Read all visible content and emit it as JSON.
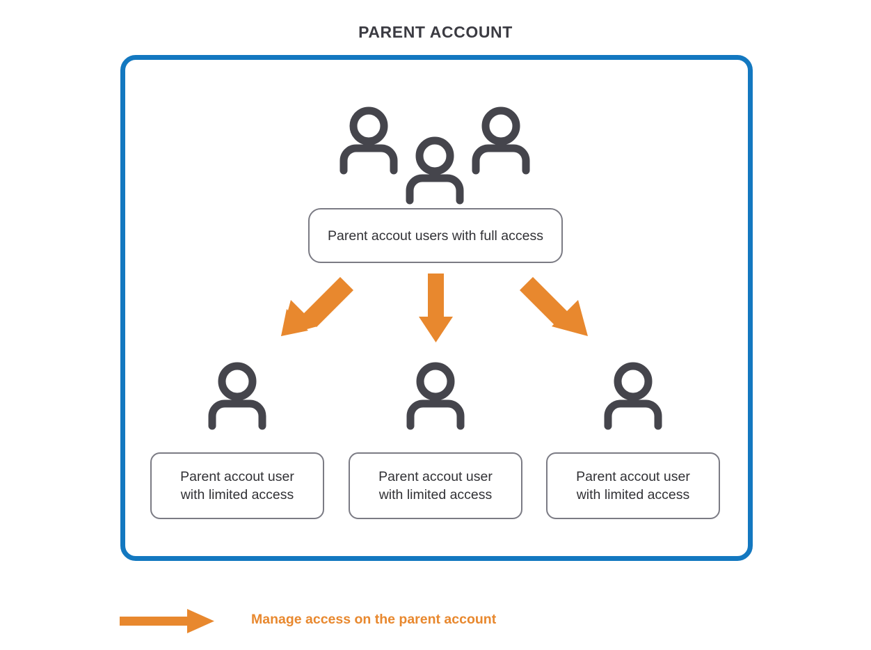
{
  "diagram": {
    "title": "PARENT ACCOUNT",
    "colors": {
      "frame_blue": "#1378c0",
      "arrow_orange": "#e8882e",
      "icon_gray": "#45454c",
      "box_border_gray": "#7b7b84",
      "text_dark": "#313135",
      "title_gray": "#3b3b42"
    },
    "frame": {
      "name": "parent-account-container"
    },
    "top_node": {
      "icon": "three-people-icon",
      "label": "Parent accout users with full access"
    },
    "children": [
      {
        "icon": "person-icon",
        "label": "Parent accout user\nwith limited access",
        "arrow": "arrow-down-left"
      },
      {
        "icon": "person-icon",
        "label": "Parent accout user\nwith limited access",
        "arrow": "arrow-down"
      },
      {
        "icon": "person-icon",
        "label": "Parent accout user\nwith limited access",
        "arrow": "arrow-down-right"
      }
    ],
    "legend": {
      "icon": "arrow-right-icon",
      "text": "Manage access on the parent account"
    }
  }
}
